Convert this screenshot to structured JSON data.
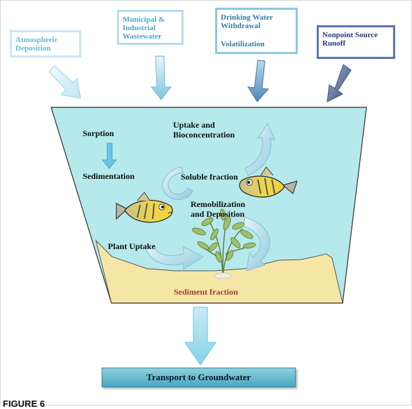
{
  "sources": {
    "atmospheric": "Atmospheric Deposition",
    "municipal_line1": "Municipal &",
    "municipal_line2": "Industrial",
    "municipal_line3": "Wastewater",
    "drinking_line1": "Drinking Water",
    "drinking_line2": "Withdrawal",
    "volatilization": "Volatilization",
    "nonpoint_line1": "Nonpoint Source",
    "nonpoint_line2": "Runoff"
  },
  "processes": {
    "sorption": "Sorption",
    "sedimentation": "Sedimentation",
    "uptake_line1": "Uptake and",
    "uptake_line2": "Bioconcentration",
    "soluble": "Soluble fraction",
    "remob_line1": "Remobilization",
    "remob_line2": "and Deposition",
    "plant_uptake": "Plant Uptake",
    "sediment": "Sediment fraction"
  },
  "groundwater": "Transport to Groundwater",
  "caption": "FIGURE 6",
  "colors": {
    "water": "#b5e9ec",
    "sediment": "#f6e6a6",
    "arrow_light": "#d9f2f8",
    "arrow_mid": "#9fd4ea",
    "arrow_dark": "#5b88b4",
    "arrow_navy": "#4a5f8e",
    "groundwater_box": "#5ab1c9"
  }
}
